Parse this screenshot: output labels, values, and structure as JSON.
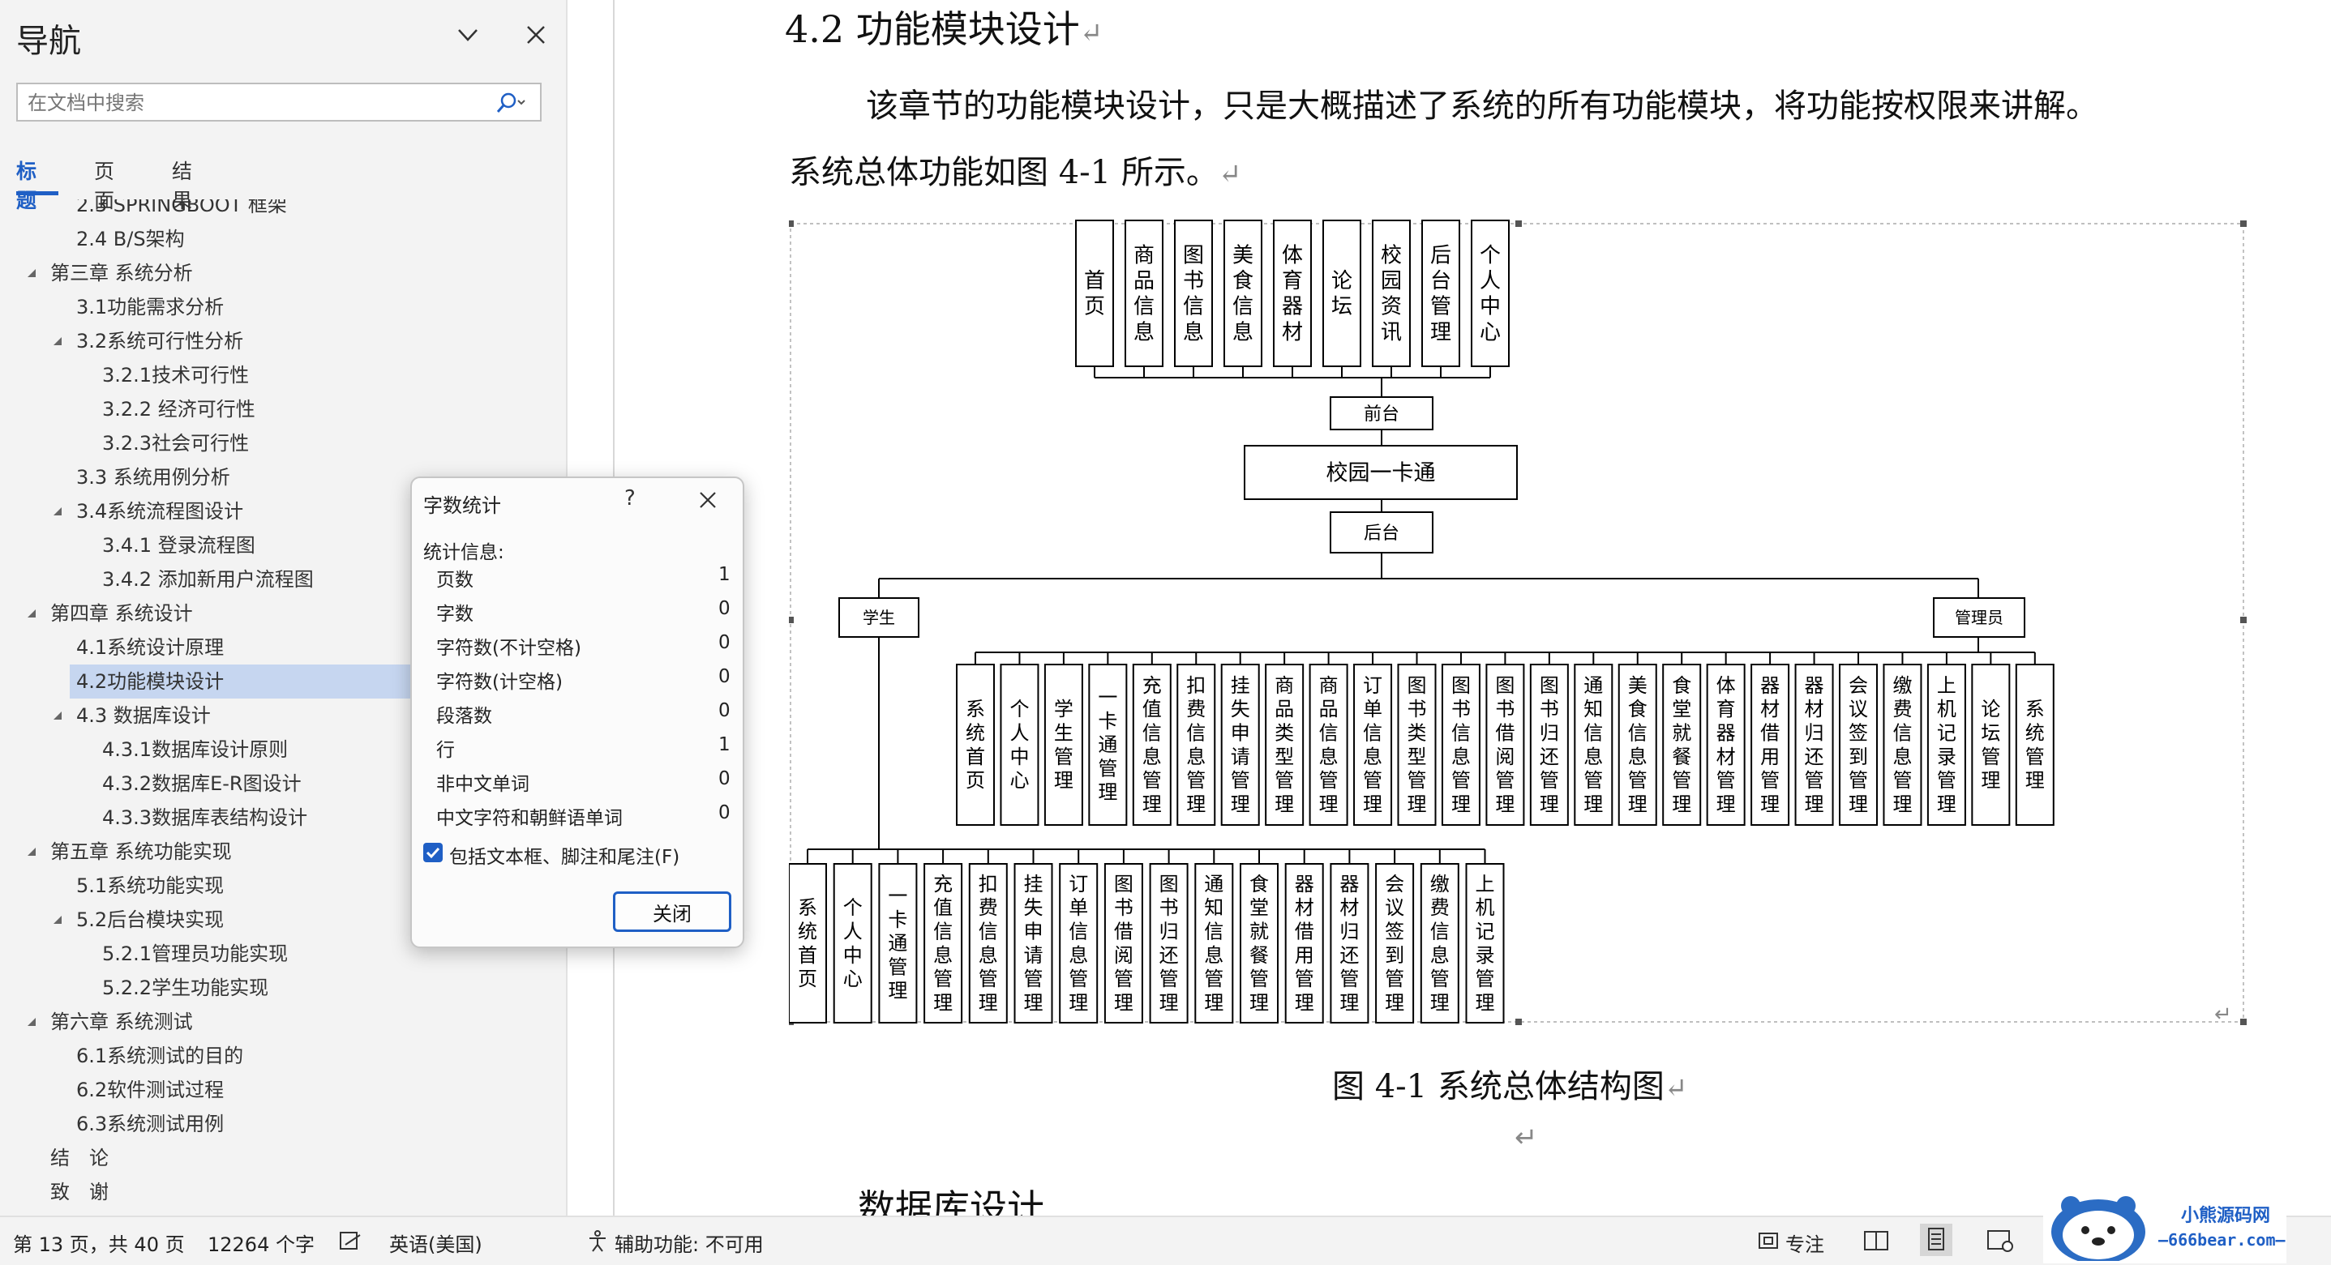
{
  "nav": {
    "title": "导航",
    "search_placeholder": "在文档中搜索",
    "tabs": [
      "标题",
      "页面",
      "结果"
    ],
    "items": [
      {
        "label": "2.3 SPRINGBOOT 框架",
        "level": 2
      },
      {
        "label": "2.4 B/S架构",
        "level": 2
      },
      {
        "label": "第三章 系统分析",
        "level": 1,
        "expanded": true
      },
      {
        "label": "3.1功能需求分析",
        "level": 2
      },
      {
        "label": "3.2系统可行性分析",
        "level": 2,
        "expanded": true
      },
      {
        "label": "3.2.1技术可行性",
        "level": 3
      },
      {
        "label": "3.2.2 经济可行性",
        "level": 3
      },
      {
        "label": "3.2.3社会可行性",
        "level": 3
      },
      {
        "label": "3.3 系统用例分析",
        "level": 2
      },
      {
        "label": "3.4系统流程图设计",
        "level": 2,
        "expanded": true
      },
      {
        "label": "3.4.1 登录流程图",
        "level": 3
      },
      {
        "label": "3.4.2 添加新用户流程图",
        "level": 3
      },
      {
        "label": "第四章 系统设计",
        "level": 1,
        "expanded": true
      },
      {
        "label": "4.1系统设计原理",
        "level": 2
      },
      {
        "label": "4.2功能模块设计",
        "level": 2,
        "selected": true
      },
      {
        "label": "4.3 数据库设计",
        "level": 2,
        "expanded": true
      },
      {
        "label": "4.3.1数据库设计原则",
        "level": 3
      },
      {
        "label": "4.3.2数据库E-R图设计",
        "level": 3
      },
      {
        "label": "4.3.3数据库表结构设计",
        "level": 3
      },
      {
        "label": "第五章 系统功能实现",
        "level": 1,
        "expanded": true
      },
      {
        "label": "5.1系统功能实现",
        "level": 2
      },
      {
        "label": "5.2后台模块实现",
        "level": 2,
        "expanded": true
      },
      {
        "label": "5.2.1管理员功能实现",
        "level": 3
      },
      {
        "label": "5.2.2学生功能实现",
        "level": 3
      },
      {
        "label": "第六章 系统测试",
        "level": 1,
        "expanded": true
      },
      {
        "label": "6.1系统测试的目的",
        "level": 2
      },
      {
        "label": "6.2软件测试过程",
        "level": 2
      },
      {
        "label": "6.3系统测试用例",
        "level": 2
      },
      {
        "label": "结　论",
        "level": 1
      },
      {
        "label": "致　谢",
        "level": 1
      }
    ]
  },
  "doc": {
    "heading": "4.2 功能模块设计",
    "para1": "该章节的功能模块设计，只是大概描述了系统的所有功能模块，将功能按权限来讲解。",
    "para2": "系统总体功能如图 4-1 所示。",
    "caption": "图 4-1  系统总体结构图",
    "next_heading": "数据库设计",
    "para_mark": "↵"
  },
  "diagram": {
    "front_modules": [
      "首页",
      "商品信息",
      "图书信息",
      "美食信息",
      "体育器材",
      "论坛",
      "校园资讯",
      "后台管理",
      "个人中心"
    ],
    "front_label": "前台",
    "root": "校园一卡通",
    "back_label": "后台",
    "student_label": "学生",
    "admin_label": "管理员",
    "admin_modules": [
      "系统首页",
      "个人中心",
      "学生管理",
      "一卡通管理",
      "充值信息管理",
      "扣费信息管理",
      "挂失申请管理",
      "商品类型管理",
      "商品信息管理",
      "订单信息管理",
      "图书类型管理",
      "图书信息管理",
      "图书借阅管理",
      "图书归还管理",
      "通知信息管理",
      "美食信息管理",
      "食堂就餐管理",
      "体育器材管理",
      "器材借用管理",
      "器材归还管理",
      "会议签到管理",
      "缴费信息管理",
      "上机记录管理",
      "论坛管理",
      "系统管理"
    ],
    "student_modules": [
      "系统首页",
      "个人中心",
      "一卡通管理",
      "充值信息管理",
      "扣费信息管理",
      "挂失申请管理",
      "订单信息管理",
      "图书借阅管理",
      "图书归还管理",
      "通知信息管理",
      "食堂就餐管理",
      "器材借用管理",
      "器材归还管理",
      "会议签到管理",
      "缴费信息管理",
      "上机记录管理"
    ]
  },
  "dialog": {
    "title": "字数统计",
    "help": "?",
    "section": "统计信息:",
    "stats": [
      {
        "label": "页数",
        "value": "1"
      },
      {
        "label": "字数",
        "value": "0"
      },
      {
        "label": "字符数(不计空格)",
        "value": "0"
      },
      {
        "label": "字符数(计空格)",
        "value": "0"
      },
      {
        "label": "段落数",
        "value": "0"
      },
      {
        "label": "行",
        "value": "1"
      },
      {
        "label": "非中文单词",
        "value": "0"
      },
      {
        "label": "中文字符和朝鲜语单词",
        "value": "0"
      }
    ],
    "checkbox_label": "包括文本框、脚注和尾注(F)",
    "checkbox_checked": true,
    "close_button": "关闭"
  },
  "status": {
    "page": "第 13 页，共 40 页",
    "words": "12264 个字",
    "language": "英语(美国)",
    "accessibility": "辅助功能: 不可用",
    "focus": "专注"
  },
  "watermark": {
    "name": "小熊源码网",
    "url": "—666bear.com—"
  },
  "colors": {
    "accent": "#1f5fc5",
    "selected_row": "#c6d6f0",
    "pane_bg": "#f3f3f3"
  }
}
